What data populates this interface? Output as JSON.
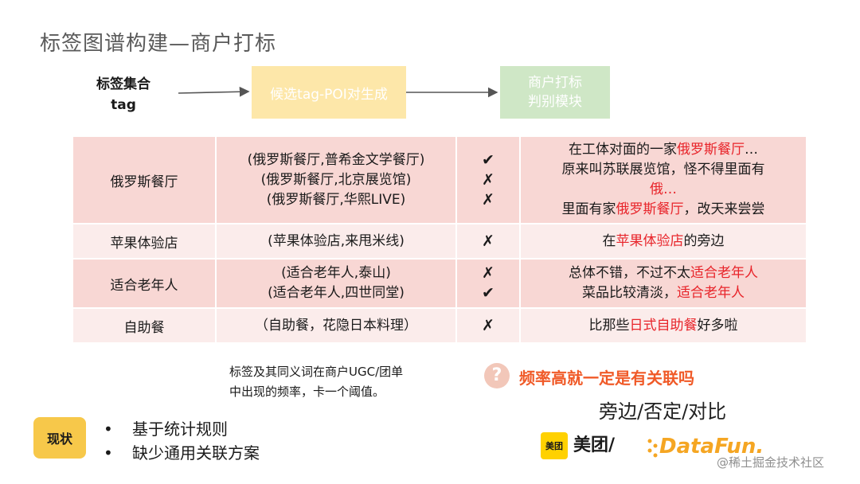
{
  "title": "标签图谱构建—商户打标",
  "flow": {
    "tagset_line1": "标签集合",
    "tagset_line2": "tag",
    "box1": "候选tag-POI对生成",
    "box2_line1": "商户打标",
    "box2_line2": "判别模块"
  },
  "table": {
    "rows": [
      {
        "tag": "俄罗斯餐厅",
        "pairs": [
          "(俄罗斯餐厅,普希金文学餐厅)",
          "(俄罗斯餐厅,北京展览馆)",
          "(俄罗斯餐厅,华熙LIVE)"
        ],
        "marks": [
          "✔",
          "✗",
          "✗"
        ],
        "ugc": [
          [
            "在工体对面的一家",
            "俄罗斯餐厅",
            "…"
          ],
          [
            "原来叫苏联展览馆，怪不得里面有",
            "",
            ""
          ],
          [
            "",
            "俄…",
            ""
          ],
          [
            "里面有家",
            "俄罗斯餐厅",
            "，改天来尝尝"
          ]
        ]
      },
      {
        "tag": "苹果体验店",
        "pairs": [
          "(苹果体验店,来甩米线)"
        ],
        "marks": [
          "✗"
        ],
        "ugc": [
          [
            "在",
            "苹果体验店",
            "的旁边"
          ]
        ]
      },
      {
        "tag": "适合老年人",
        "pairs": [
          "(适合老年人,泰山)",
          "(适合老年人,四世同堂)"
        ],
        "marks": [
          "✗",
          "✔"
        ],
        "ugc": [
          [
            "总体不错，不过不太",
            "适合老年人",
            ""
          ],
          [
            "菜品比较清淡，",
            "适合老年人",
            ""
          ]
        ]
      },
      {
        "tag": "自助餐",
        "pairs": [
          "（自助餐，花隐日本料理）"
        ],
        "marks": [
          "✗"
        ],
        "ugc": [
          [
            "比那些",
            "日式自助餐",
            "好多啦"
          ]
        ]
      }
    ]
  },
  "note": {
    "line1": "标签及其同义词在商户UGC/团单",
    "line2": "中出现的频率，卡一个阈值。"
  },
  "question": {
    "icon": "?",
    "text": "频率高就一定是有关联吗"
  },
  "relations": "旁边/否定/对比",
  "status": {
    "badge": "现状",
    "bullets": [
      "基于统计规则",
      "缺少通用关联方案"
    ]
  },
  "logos": {
    "meituan_icon": "美团",
    "meituan_text": "美团/",
    "datafun": "DataFun."
  },
  "watermark": "@稀土掘金技术社区",
  "colors": {
    "row_dark": "#f8d7d4",
    "row_light": "#fbeceb",
    "highlight": "#e8242a",
    "box1": "#fde7a9",
    "box2": "#cfe7c6",
    "question": "#f05a28"
  }
}
